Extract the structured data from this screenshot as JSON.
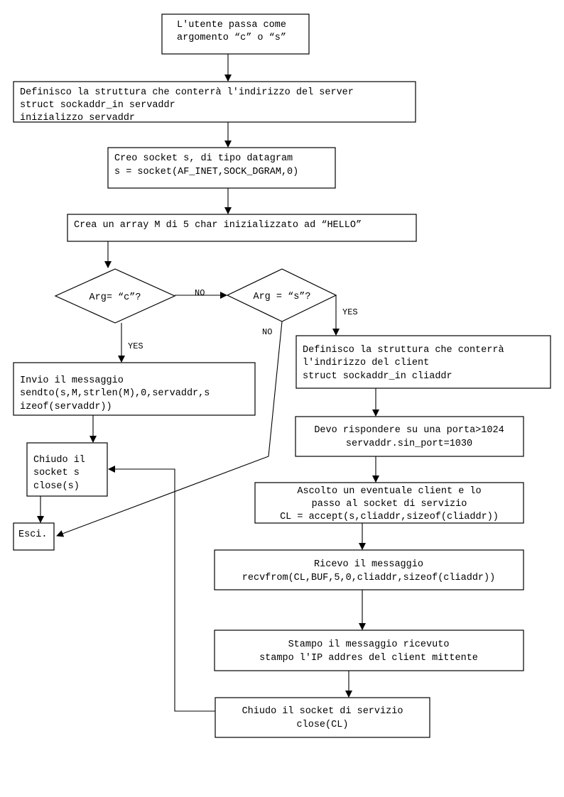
{
  "flowchart": {
    "start_box": [
      "L'utente passa come",
      "argomento “c” o “s”"
    ],
    "define_server": [
      "Definisco la struttura che conterrà l'indirizzo del server",
      "struct sockaddr_in servaddr",
      "inizializzo servaddr"
    ],
    "create_socket": [
      "Creo socket s, di tipo datagram",
      "s = socket(AF_INET,SOCK_DGRAM,0)"
    ],
    "create_array": [
      "Crea un array M di 5 char inizializzato ad “HELLO”"
    ],
    "decision_c": "Arg= “c”?",
    "decision_s": "Arg = “s”?",
    "send_message": [
      "Invio il messaggio",
      "sendto(s,M,strlen(M),0,servaddr,s",
      "izeof(servaddr))"
    ],
    "close_socket": [
      "Chiudo il",
      "socket s",
      "close(s)"
    ],
    "exit_box": [
      "Esci."
    ],
    "define_client": [
      "Definisco la struttura che conterrà",
      "l'indirizzo del client",
      "struct sockaddr_in cliaddr"
    ],
    "port": [
      "Devo rispondere su una porta>1024",
      "servaddr.sin_port=1030"
    ],
    "listen": [
      "Ascolto un eventuale client e lo",
      "passo al socket di servizio",
      "CL = accept(s,cliaddr,sizeof(cliaddr))"
    ],
    "receive": [
      "Ricevo il messaggio",
      "recvfrom(CL,BUF,5,0,cliaddr,sizeof(cliaddr))"
    ],
    "print": [
      "Stampo il messaggio ricevuto",
      "stampo l'IP addres del client mittente"
    ],
    "close_service": [
      "Chiudo il socket di servizio",
      "close(CL)"
    ],
    "labels": {
      "no_c": "NO",
      "yes_c": "YES",
      "yes_s": "YES",
      "no_s": "NO"
    }
  }
}
